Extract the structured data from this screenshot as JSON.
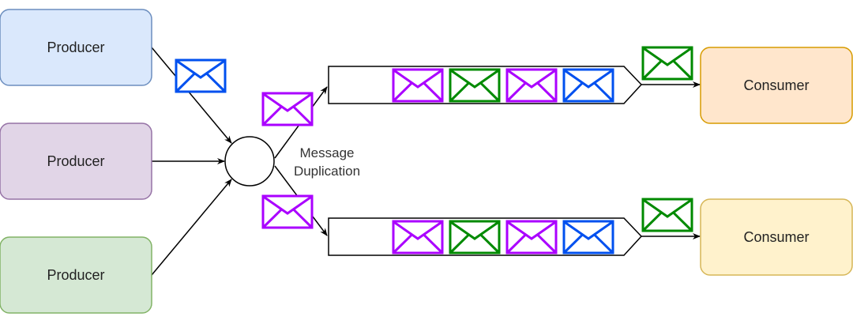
{
  "producers": [
    {
      "label": "Producer",
      "fill": "#dae8fc",
      "stroke": "#6c8ebf"
    },
    {
      "label": "Producer",
      "fill": "#e1d5e7",
      "stroke": "#9673a6"
    },
    {
      "label": "Producer",
      "fill": "#d5e8d4",
      "stroke": "#82b366"
    }
  ],
  "consumers": [
    {
      "label": "Consumer",
      "fill": "#ffe6cc",
      "stroke": "#d79b00"
    },
    {
      "label": "Consumer",
      "fill": "#fff2cc",
      "stroke": "#d6b656"
    }
  ],
  "duplication": {
    "line1": "Message",
    "line2": "Duplication"
  },
  "envelope_colors": {
    "blue": "#0050ef",
    "purple": "#aa00ff",
    "green": "#008a00"
  },
  "queues": [
    {
      "messages": [
        "purple",
        "green",
        "purple",
        "blue"
      ],
      "delivered": "green"
    },
    {
      "messages": [
        "purple",
        "green",
        "purple",
        "blue"
      ],
      "delivered": "green"
    }
  ],
  "incoming": [
    {
      "icon": "envelope-icon",
      "color": "blue"
    }
  ],
  "duplicated": [
    {
      "icon": "envelope-icon",
      "color": "purple"
    },
    {
      "icon": "envelope-icon",
      "color": "purple"
    }
  ]
}
